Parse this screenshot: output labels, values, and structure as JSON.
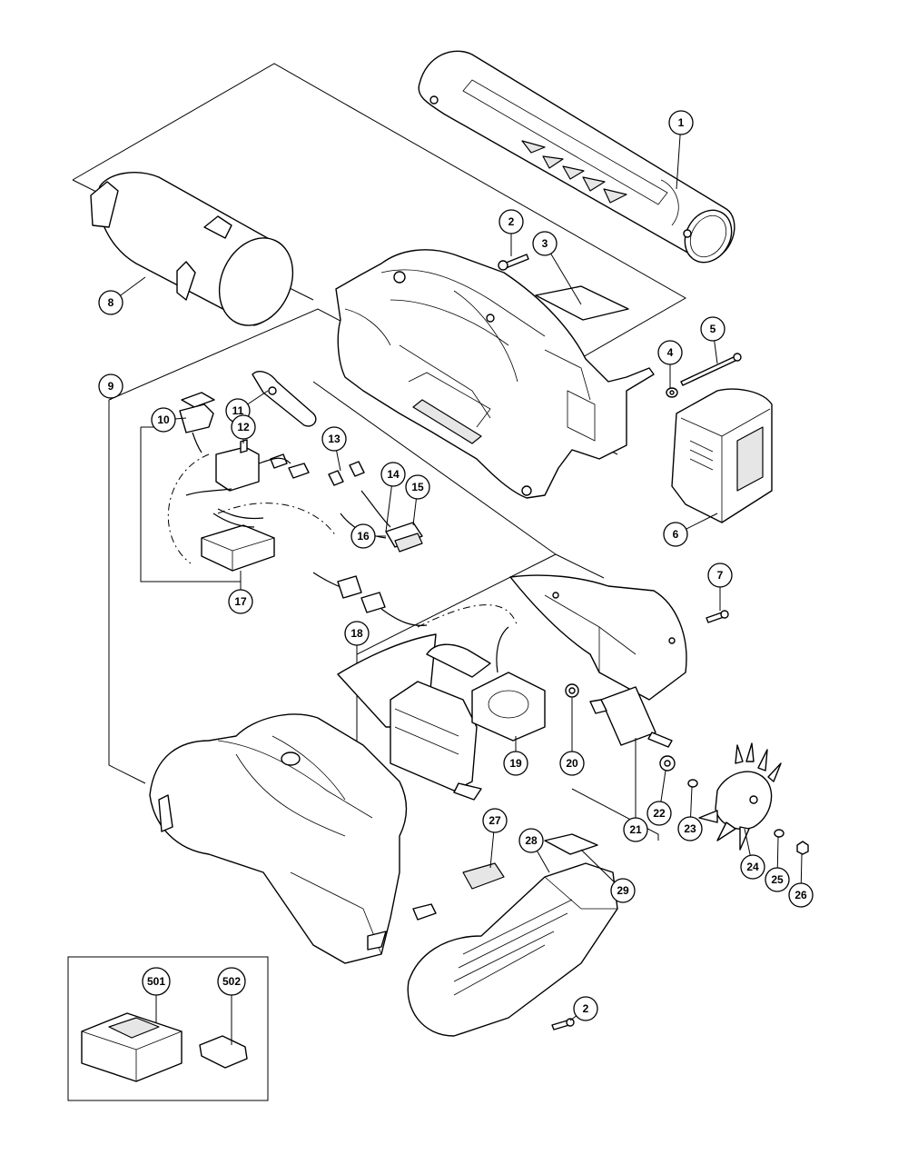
{
  "diagram": {
    "callouts": [
      {
        "id": "1",
        "label": "1"
      },
      {
        "id": "2a",
        "label": "2"
      },
      {
        "id": "3",
        "label": "3"
      },
      {
        "id": "4",
        "label": "4"
      },
      {
        "id": "5",
        "label": "5"
      },
      {
        "id": "6",
        "label": "6"
      },
      {
        "id": "7",
        "label": "7"
      },
      {
        "id": "8",
        "label": "8"
      },
      {
        "id": "9",
        "label": "9"
      },
      {
        "id": "10",
        "label": "10"
      },
      {
        "id": "11",
        "label": "11"
      },
      {
        "id": "12",
        "label": "12"
      },
      {
        "id": "13",
        "label": "13"
      },
      {
        "id": "14",
        "label": "14"
      },
      {
        "id": "15",
        "label": "15"
      },
      {
        "id": "16",
        "label": "16"
      },
      {
        "id": "17",
        "label": "17"
      },
      {
        "id": "18",
        "label": "18"
      },
      {
        "id": "19",
        "label": "19"
      },
      {
        "id": "20",
        "label": "20"
      },
      {
        "id": "21",
        "label": "21"
      },
      {
        "id": "22",
        "label": "22"
      },
      {
        "id": "23",
        "label": "23"
      },
      {
        "id": "24",
        "label": "24"
      },
      {
        "id": "25",
        "label": "25"
      },
      {
        "id": "26",
        "label": "26"
      },
      {
        "id": "27",
        "label": "27"
      },
      {
        "id": "28",
        "label": "28"
      },
      {
        "id": "29",
        "label": "29"
      },
      {
        "id": "2b",
        "label": "2"
      },
      {
        "id": "501",
        "label": "501"
      },
      {
        "id": "502",
        "label": "502"
      }
    ]
  }
}
